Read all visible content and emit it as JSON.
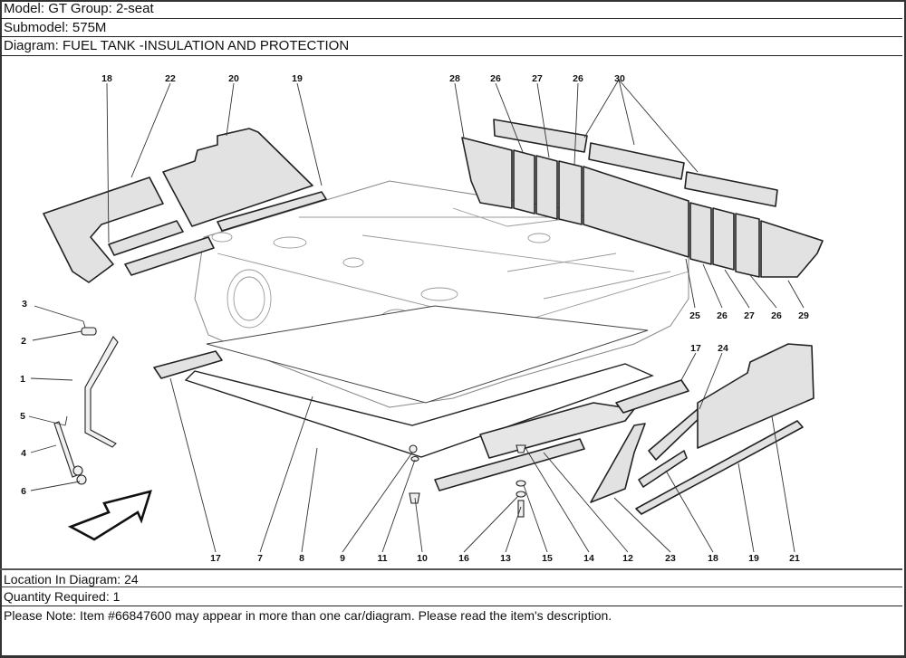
{
  "header": {
    "model": "Model: GT Group: 2-seat",
    "submodel": "Submodel: 575M",
    "diagram": "Diagram: FUEL TANK -INSULATION AND PROTECTION"
  },
  "diagram": {
    "title": "FUEL TANK -INSULATION AND PROTECTION",
    "callouts_top": [
      "18",
      "22",
      "20",
      "19",
      "28",
      "26",
      "27",
      "26",
      "30"
    ],
    "callouts_right_mid": [
      "25",
      "26",
      "27",
      "26",
      "29"
    ],
    "callouts_left": [
      "3",
      "2",
      "1",
      "5",
      "4",
      "6"
    ],
    "callouts_right_lower": [
      "17",
      "24"
    ],
    "callouts_bottom": [
      "17",
      "7",
      "8",
      "9",
      "11",
      "10",
      "16",
      "13",
      "15",
      "14",
      "12",
      "23",
      "18",
      "19",
      "21"
    ],
    "direction_arrow": "direction-arrow-icon"
  },
  "footer": {
    "location": "Location In Diagram: 24",
    "quantity": "Quantity Required: 1",
    "note": "Please Note: Item #66847600 may appear in more than one car/diagram. Please read the item's description."
  }
}
